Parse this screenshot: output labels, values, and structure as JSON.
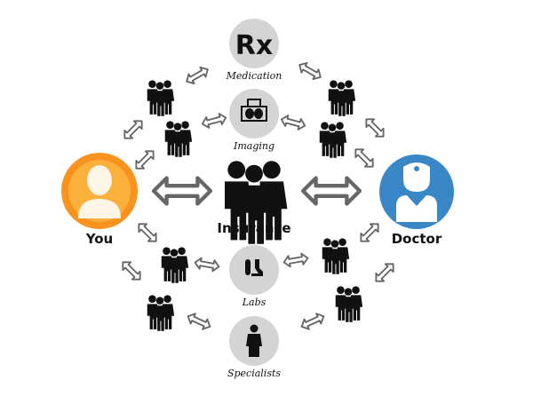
{
  "nodes": {
    "medication": {
      "label": "Medication",
      "icon_text": "Rx"
    },
    "imaging": {
      "label": "Imaging"
    },
    "labs": {
      "label": "Labs"
    },
    "specialists": {
      "label": "Specialists"
    },
    "insurance": {
      "label": "Insurance"
    },
    "you": {
      "label": "You"
    },
    "doctor": {
      "label": "Doctor"
    }
  },
  "colors": {
    "service_circle": "#d4d4d4",
    "you_outer": "#f7931e",
    "you_inner": "#fbb03b",
    "doctor": "#3a87c8",
    "arrow_stroke": "#666666",
    "figure": "#111111"
  }
}
